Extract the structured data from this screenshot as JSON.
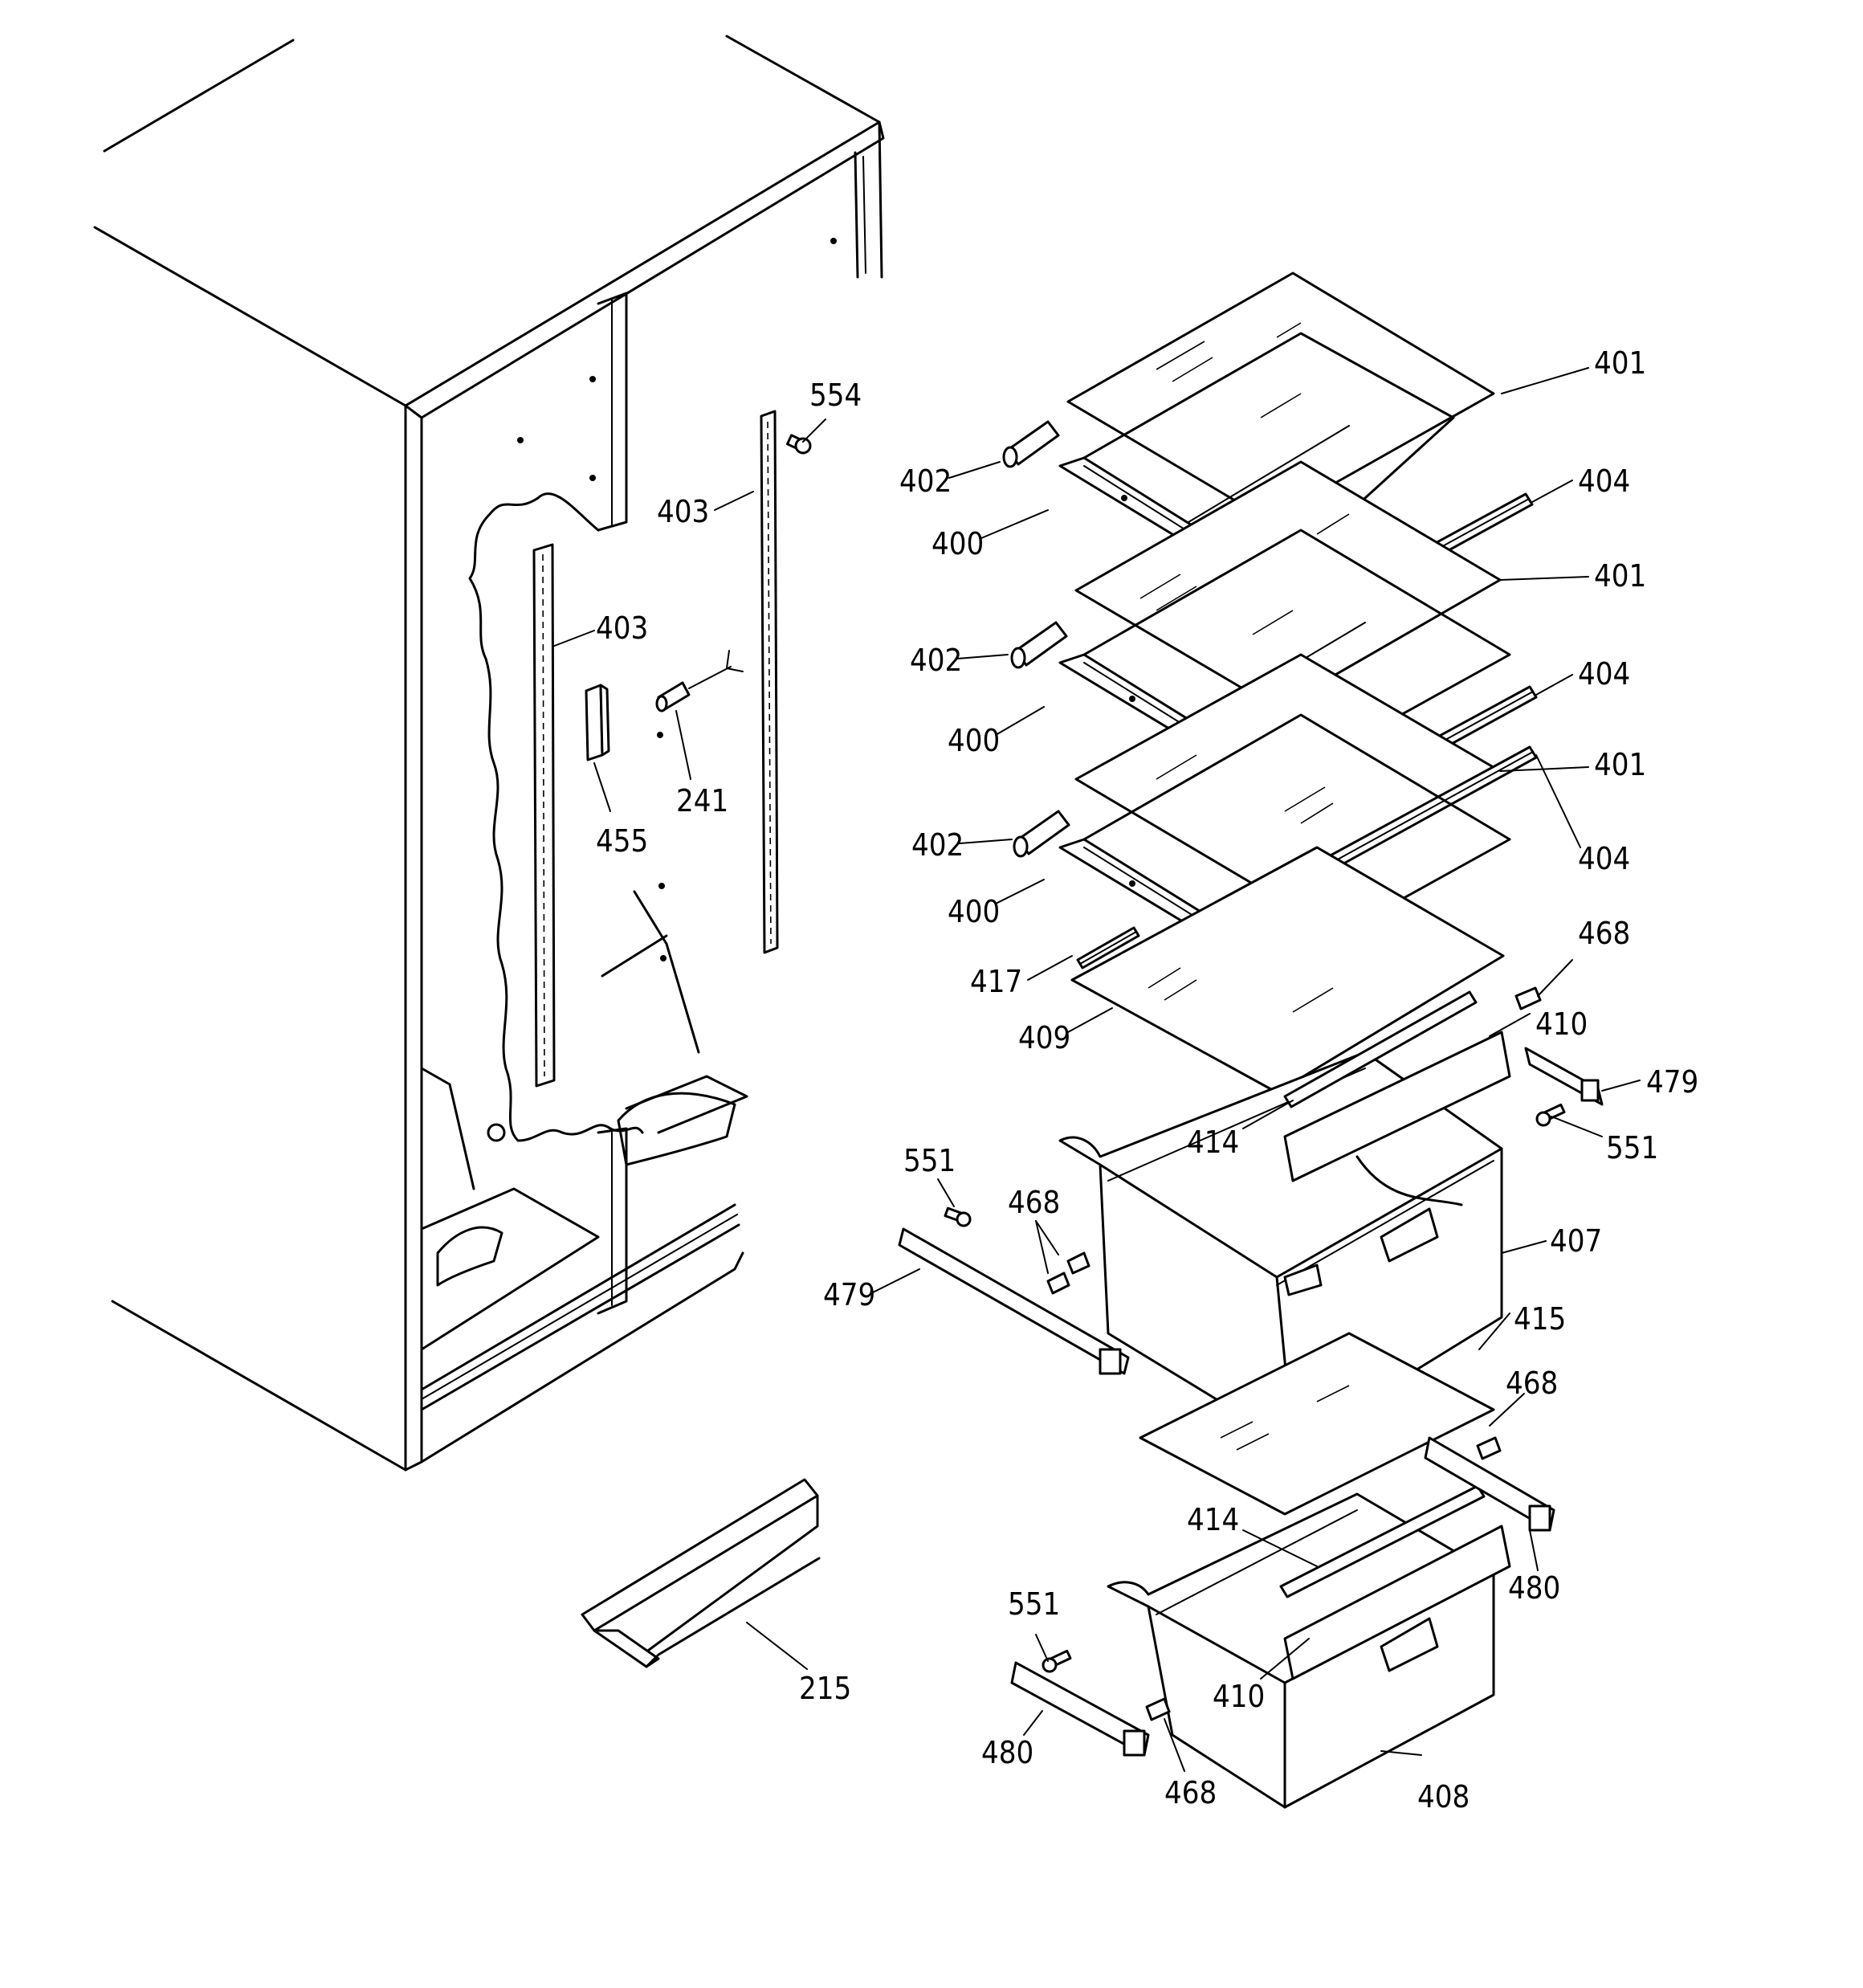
{
  "callouts": [
    {
      "id": "c554",
      "label": "554"
    },
    {
      "id": "c403a",
      "label": "403"
    },
    {
      "id": "c403b",
      "label": "403"
    },
    {
      "id": "c455",
      "label": "455"
    },
    {
      "id": "c241",
      "label": "241"
    },
    {
      "id": "c401a",
      "label": "401"
    },
    {
      "id": "c402a",
      "label": "402"
    },
    {
      "id": "c400a",
      "label": "400"
    },
    {
      "id": "c404a",
      "label": "404"
    },
    {
      "id": "c401b",
      "label": "401"
    },
    {
      "id": "c402b",
      "label": "402"
    },
    {
      "id": "c400b",
      "label": "400"
    },
    {
      "id": "c404b",
      "label": "404"
    },
    {
      "id": "c401c",
      "label": "401"
    },
    {
      "id": "c402c",
      "label": "402"
    },
    {
      "id": "c404c",
      "label": "404"
    },
    {
      "id": "c400c",
      "label": "400"
    },
    {
      "id": "c468a",
      "label": "468"
    },
    {
      "id": "c417",
      "label": "417"
    },
    {
      "id": "c409",
      "label": "409"
    },
    {
      "id": "c410a",
      "label": "410"
    },
    {
      "id": "c479a",
      "label": "479"
    },
    {
      "id": "c414a",
      "label": "414"
    },
    {
      "id": "c551a",
      "label": "551"
    },
    {
      "id": "c551b",
      "label": "551"
    },
    {
      "id": "c468b",
      "label": "468"
    },
    {
      "id": "c407",
      "label": "407"
    },
    {
      "id": "c479b",
      "label": "479"
    },
    {
      "id": "c415",
      "label": "415"
    },
    {
      "id": "c468c",
      "label": "468"
    },
    {
      "id": "c414b",
      "label": "414"
    },
    {
      "id": "c480a",
      "label": "480"
    },
    {
      "id": "c551c",
      "label": "551"
    },
    {
      "id": "c410b",
      "label": "410"
    },
    {
      "id": "c215",
      "label": "215"
    },
    {
      "id": "c480b",
      "label": "480"
    },
    {
      "id": "c468d",
      "label": "468"
    },
    {
      "id": "c408",
      "label": "408"
    }
  ]
}
